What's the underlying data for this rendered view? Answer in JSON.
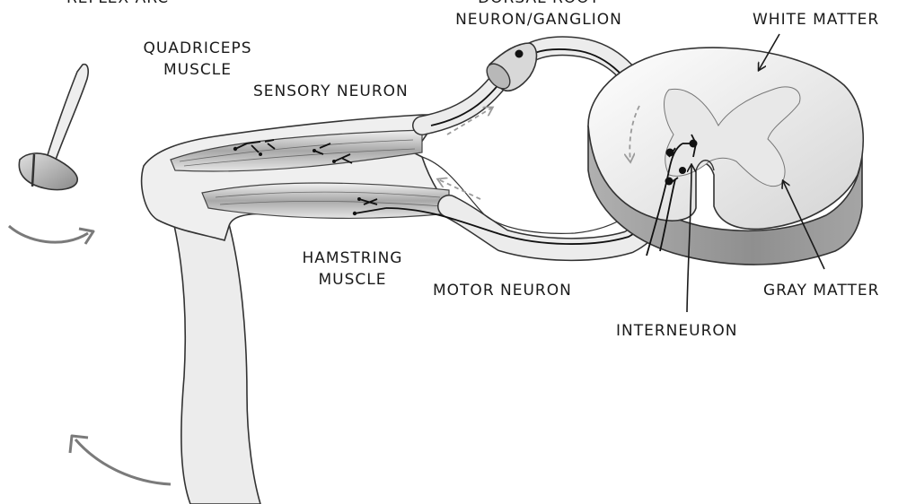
{
  "labels": {
    "title_fragment": "REFLEX ARC",
    "dorsal_root_top": "DORSAL ROOT",
    "dorsal_root_bottom": "NEURON/GANGLION",
    "white_matter": "WHITE MATTER",
    "quadriceps_line1": "QUADRICEPS",
    "quadriceps_line2": "MUSCLE",
    "sensory_neuron": "SENSORY NEURON",
    "hamstring_line1": "HAMSTRING",
    "hamstring_line2": "MUSCLE",
    "motor_neuron": "MOTOR NEURON",
    "gray_matter": "GRAY MATTER",
    "interneuron": "INTERNEURON"
  },
  "colors": {
    "ink": "#1a1a1a",
    "tissue": "#d9d9d9",
    "shadow": "#8c8c8c",
    "arrow": "#7a7a7a"
  }
}
